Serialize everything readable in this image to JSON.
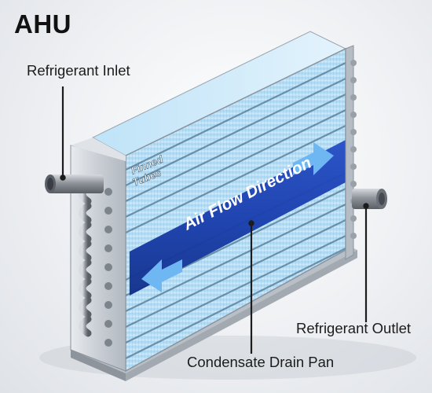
{
  "title": "AHU",
  "labels": {
    "refrigerant_inlet": "Refrigerant Inlet",
    "refrigerant_outlet": "Refrigerant Outlet",
    "condensate_drain_pan": "Condensate Drain Pan",
    "finned_tubes_line1": "Finned",
    "finned_tubes_line2": "Tubes",
    "air_flow_direction": "Air Flow Direction"
  },
  "colors": {
    "air_flow_band": "#1a3fae",
    "fin_blue": "#86c8ee",
    "frame_metal": "#c9ced5",
    "copper_tube": "#8c9096"
  }
}
